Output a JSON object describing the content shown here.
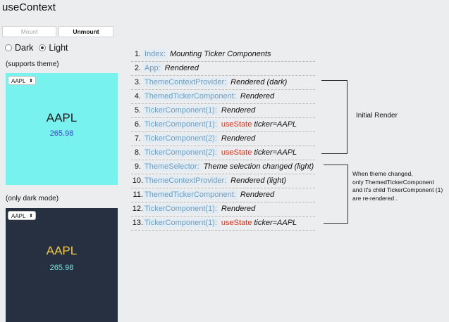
{
  "page": {
    "title": "useContext"
  },
  "controls": {
    "mount_label": "Mount",
    "unmount_label": "Unmount"
  },
  "theme": {
    "options": [
      {
        "label": "Dark",
        "checked": false
      },
      {
        "label": "Light",
        "checked": true
      }
    ]
  },
  "panels": {
    "light": {
      "caption": "(supports theme)",
      "select_value": "AAPL",
      "ticker": "AAPL",
      "price": "265.98",
      "bg": "#78f2ef",
      "ticker_color": "#1a1a1a",
      "price_color": "#3f3fd6"
    },
    "dark": {
      "caption": "(only dark mode)",
      "select_value": "AAPL",
      "ticker": "AAPL",
      "price": "265.98",
      "bg": "#263040",
      "ticker_color": "#f2c744",
      "price_color": "#6fe4e0"
    }
  },
  "log": [
    {
      "n": "1.",
      "comp": "Index:",
      "hook": "",
      "msg": "Mounting Ticker Components"
    },
    {
      "n": "2.",
      "comp": "App:",
      "hook": "",
      "msg": "Rendered"
    },
    {
      "n": "3.",
      "comp": "ThemeContextProvider:",
      "hook": "",
      "msg": "Rendered (dark)"
    },
    {
      "n": "4.",
      "comp": "ThemedTickerComponent:",
      "hook": "",
      "msg": "Rendered"
    },
    {
      "n": "5.",
      "comp": "TickerComponent(1):",
      "hook": "",
      "msg": "Rendered"
    },
    {
      "n": "6.",
      "comp": "TickerComponent(1):",
      "hook": "useState",
      "msg": "ticker=AAPL"
    },
    {
      "n": "7.",
      "comp": "TickerComponent(2):",
      "hook": "",
      "msg": "Rendered"
    },
    {
      "n": "8.",
      "comp": "TickerComponent(2):",
      "hook": "useState",
      "msg": "ticker=AAPL"
    },
    {
      "n": "9.",
      "comp": "ThemeSelector:",
      "hook": "",
      "msg": "Theme selection changed (light)"
    },
    {
      "n": "10.",
      "comp": "ThemeContextProvider:",
      "hook": "",
      "msg": "Rendered (light)"
    },
    {
      "n": "11.",
      "comp": "ThemedTickerComponent:",
      "hook": "",
      "msg": "Rendered"
    },
    {
      "n": "12.",
      "comp": "TickerComponent(1):",
      "hook": "",
      "msg": "Rendered"
    },
    {
      "n": "13.",
      "comp": "TickerComponent(1):",
      "hook": "useState",
      "msg": "ticker=AAPL"
    }
  ],
  "annotations": {
    "initial_render": "Initial Render",
    "theme_change": [
      "When theme changed,",
      "only ThemedTickerComponent",
      "and it's child TickerComponent (1)",
      "are re-rendered ."
    ]
  }
}
